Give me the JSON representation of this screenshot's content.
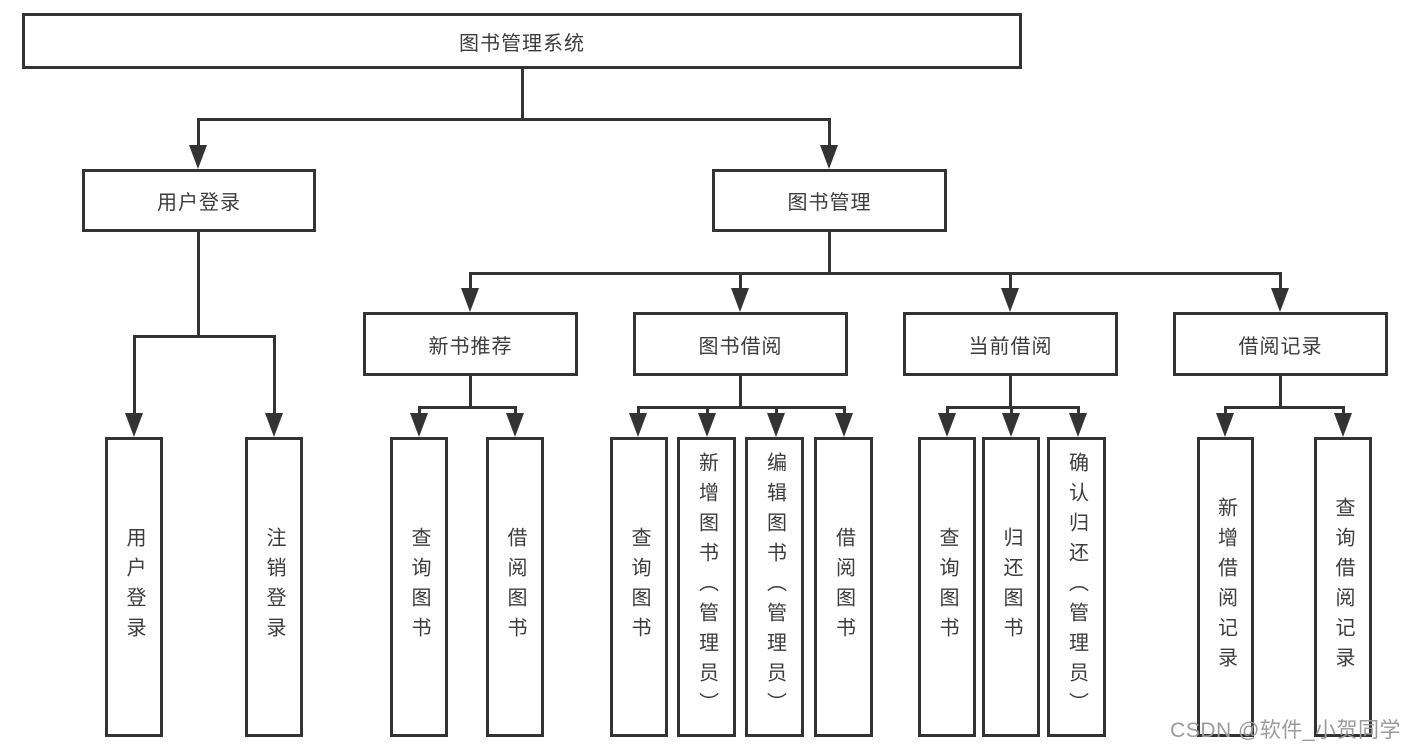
{
  "diagram": {
    "title": "图书管理系统",
    "nodes": [
      {
        "id": "root",
        "label": "图书管理系统",
        "level": 0,
        "orientation": "horizontal"
      },
      {
        "id": "user-login-group",
        "label": "用户登录",
        "level": 1,
        "orientation": "horizontal"
      },
      {
        "id": "book-mgmt",
        "label": "图书管理",
        "level": 1,
        "orientation": "horizontal"
      },
      {
        "id": "new-book-rec",
        "label": "新书推荐",
        "level": 2,
        "orientation": "horizontal"
      },
      {
        "id": "book-borrow",
        "label": "图书借阅",
        "level": 2,
        "orientation": "horizontal"
      },
      {
        "id": "current-borrow",
        "label": "当前借阅",
        "level": 2,
        "orientation": "horizontal"
      },
      {
        "id": "borrow-records",
        "label": "借阅记录",
        "level": 2,
        "orientation": "horizontal"
      },
      {
        "id": "user-login",
        "label": "用户登录",
        "level": 3,
        "orientation": "vertical"
      },
      {
        "id": "logout",
        "label": "注销登录",
        "level": 3,
        "orientation": "vertical"
      },
      {
        "id": "query-books-1",
        "label": "查询图书",
        "level": 3,
        "orientation": "vertical"
      },
      {
        "id": "borrow-books-1",
        "label": "借阅图书",
        "level": 3,
        "orientation": "vertical"
      },
      {
        "id": "query-books-2",
        "label": "查询图书",
        "level": 3,
        "orientation": "vertical"
      },
      {
        "id": "add-books",
        "label": "新增图书（管理员）",
        "level": 3,
        "orientation": "vertical"
      },
      {
        "id": "edit-books",
        "label": "编辑图书（管理员）",
        "level": 3,
        "orientation": "vertical"
      },
      {
        "id": "borrow-books-2",
        "label": "借阅图书",
        "level": 3,
        "orientation": "vertical"
      },
      {
        "id": "query-books-3",
        "label": "查询图书",
        "level": 3,
        "orientation": "vertical"
      },
      {
        "id": "return-books",
        "label": "归还图书",
        "level": 3,
        "orientation": "vertical"
      },
      {
        "id": "confirm-return",
        "label": "确认归还（管理员）",
        "level": 3,
        "orientation": "vertical"
      },
      {
        "id": "add-borrow-record",
        "label": "新增借阅记录",
        "level": 3,
        "orientation": "vertical"
      },
      {
        "id": "query-borrow-record",
        "label": "查询借阅记录",
        "level": 3,
        "orientation": "vertical"
      }
    ],
    "hierarchy": {
      "root": [
        "user-login-group",
        "book-mgmt"
      ],
      "user-login-group": [
        "user-login",
        "logout"
      ],
      "book-mgmt": [
        "new-book-rec",
        "book-borrow",
        "current-borrow",
        "borrow-records"
      ],
      "new-book-rec": [
        "query-books-1",
        "borrow-books-1"
      ],
      "book-borrow": [
        "query-books-2",
        "add-books",
        "edit-books",
        "borrow-books-2"
      ],
      "current-borrow": [
        "query-books-3",
        "return-books",
        "confirm-return"
      ],
      "borrow-records": [
        "add-borrow-record",
        "query-borrow-record"
      ]
    },
    "colors": {
      "line": "#333333",
      "box_border": "#333333",
      "text": "#3c3c3c",
      "background": "#ffffff",
      "watermark": "#9b9b9b"
    }
  },
  "watermark": {
    "text": "CSDN @软件_小贺同学"
  }
}
